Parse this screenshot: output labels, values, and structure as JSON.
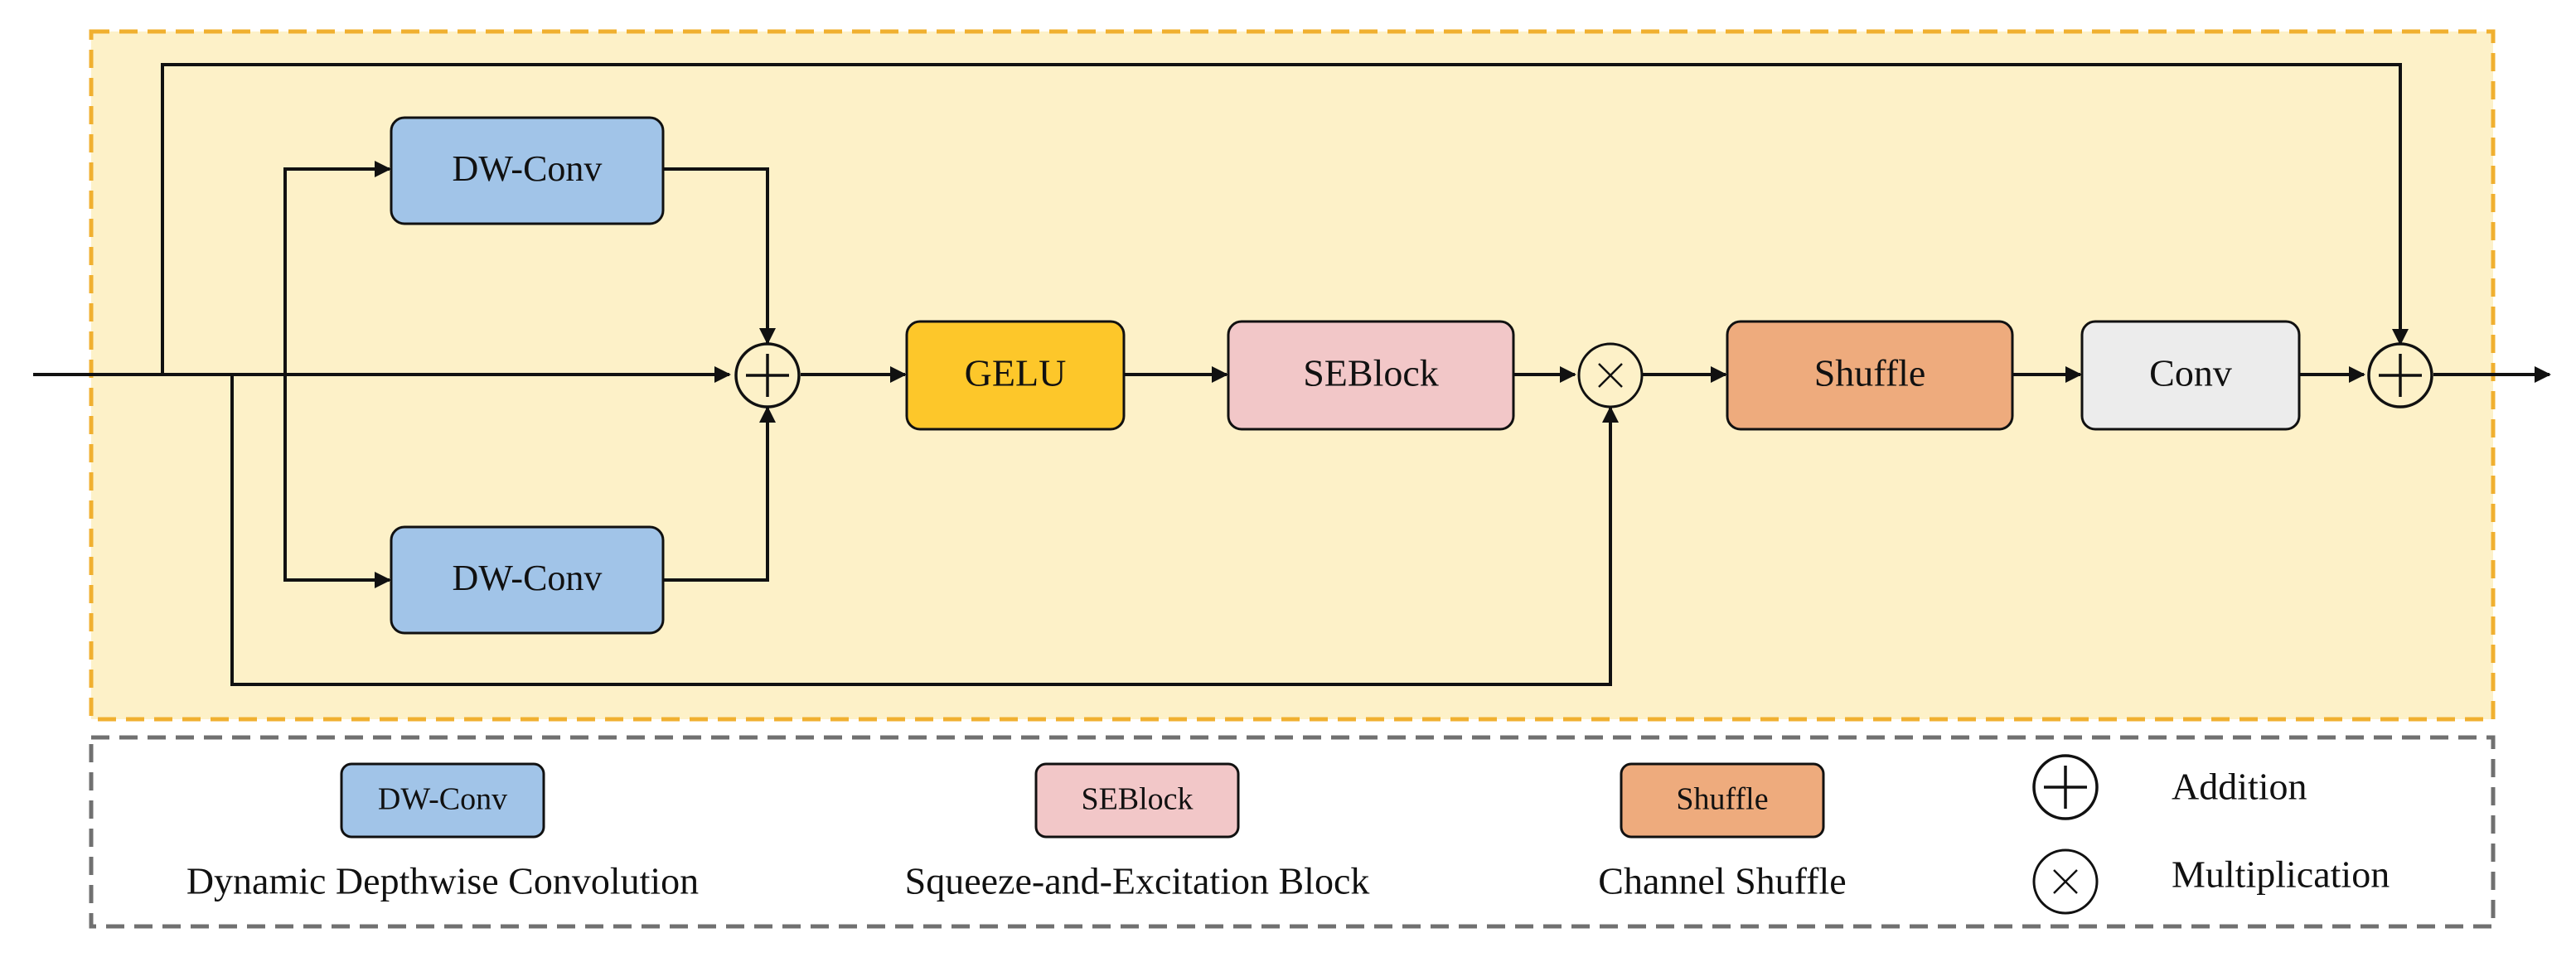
{
  "blocks": {
    "dwconv_top": "DW-Conv",
    "dwconv_bottom": "DW-Conv",
    "gelu": "GELU",
    "seblock": "SEBlock",
    "shuffle": "Shuffle",
    "conv": "Conv"
  },
  "legend": {
    "dwconv_box": "DW-Conv",
    "dwconv_desc": "Dynamic Depthwise Convolution",
    "seblock_box": "SEBlock",
    "seblock_desc": "Squeeze-and-Excitation Block",
    "shuffle_box": "Shuffle",
    "shuffle_desc": "Channel Shuffle",
    "addition_desc": "Addition",
    "multiplication_desc": "Multiplication"
  },
  "colors": {
    "module_background": "#fdf1c8",
    "module_border": "#f0b030",
    "legend_border": "#707070",
    "dwconv": "#a1c4e8",
    "gelu": "#fdc72a",
    "seblock": "#f2c7c8",
    "shuffle": "#eeab7d",
    "conv": "#ececec",
    "line": "#111111"
  },
  "icons": {
    "addition": "circled-plus-icon",
    "multiplication": "circled-times-icon"
  }
}
